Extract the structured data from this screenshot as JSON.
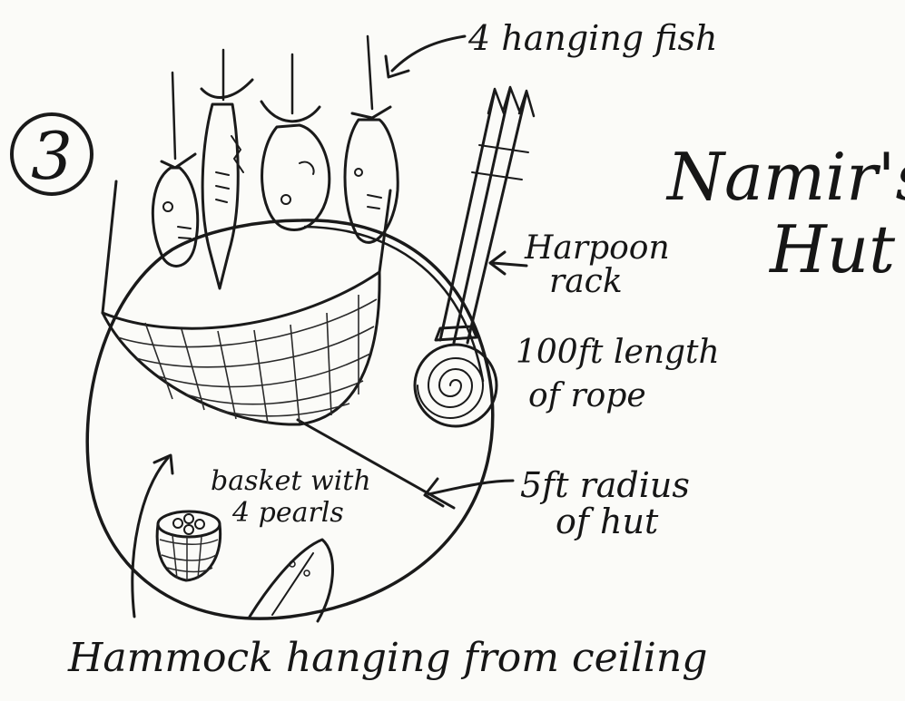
{
  "number_badge": "3",
  "title": {
    "line1": "Namir's",
    "line2": "Hut"
  },
  "labels": {
    "fish": "4 hanging fish",
    "harpoon": [
      "Harpoon",
      "rack"
    ],
    "rope": [
      "100ft length",
      "of rope"
    ],
    "radius": [
      "5ft radius",
      "of hut"
    ],
    "basket": [
      "basket with",
      "4 pearls"
    ],
    "hammock": "Hammock hanging from ceiling"
  }
}
